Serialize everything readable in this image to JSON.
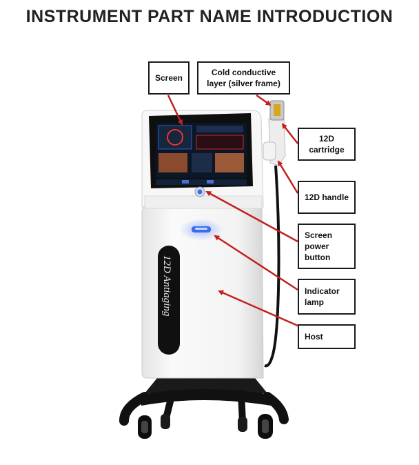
{
  "title": "INSTRUMENT PART NAME INTRODUCTION",
  "labels": {
    "screen": "Screen",
    "cold_layer": "Cold conductive layer (silver frame)",
    "cartridge": "12D cartridge",
    "handle": "12D handle",
    "power_button": "Screen power button",
    "indicator_lamp": "Indicator lamp",
    "host": "Host"
  },
  "device": {
    "brand_text": "12D Antiaging"
  },
  "colors": {
    "arrow": "#c41e1e",
    "accent_blue": "#3a6cf0",
    "body": "#f2f2f2",
    "panel": "#101010"
  }
}
